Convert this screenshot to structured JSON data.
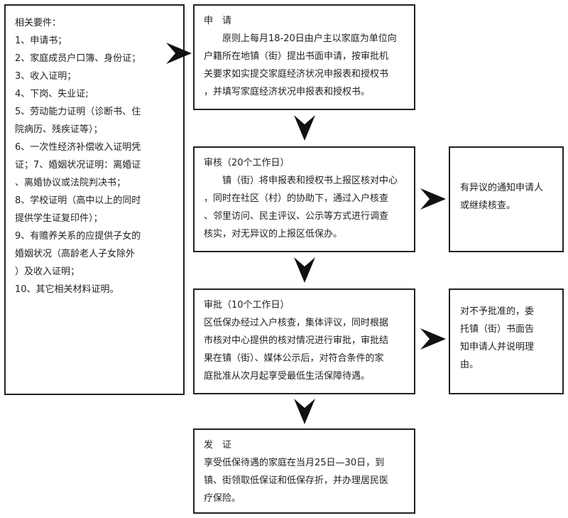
{
  "materials": {
    "title": "相关要件：",
    "items": [
      "1、申请书；",
      "2、家庭成员户口簿、身份证；",
      "3、收入证明；",
      "4、下岗、失业证;",
      "5、劳动能力证明（诊断书、住",
      "院病历、残疾证等）；",
      "6、一次性经济补偿收入证明凭",
      "证；7、婚姻状况证明：离婚证",
      "、离婚协议或法院判决书；",
      "8、学校证明（高中以上的同时",
      "提供学生证复印件）；",
      "9、有赡养关系的应提供子女的",
      "婚姻状况（高龄老人子女除外",
      "）及收入证明；",
      "10、其它相关材料证明。"
    ]
  },
  "steps": {
    "apply": {
      "title": "申　请",
      "lines": [
        "原则上每月18-20日由户主以家庭为单位向",
        "户籍所在地镇（街）提出书面申请，按审批机",
        "关要求如实提交家庭经济状况申报表和授权书",
        "，并填写家庭经济状况申报表和授权书。"
      ]
    },
    "review": {
      "title": "审核（20个工作日）",
      "lines": [
        "镇（街）将申报表和授权书上报区核对中心",
        "，同时在社区（村）的协助下，通过入户核查",
        "、邻里访问、民主评议、公示等方式进行调查",
        "核实，对无异议的上报区低保办。"
      ]
    },
    "approve": {
      "title": "审批（10个工作日）",
      "lines": [
        "区低保办经过入户核查，集体评议，同时根据",
        "市核对中心提供的核对情况进行审批，审批结",
        "果在镇（街）、媒体公示后，对符合条件的家",
        "庭批准从次月起享受最低生活保障待遇。"
      ]
    },
    "certificate": {
      "title": "发　证",
      "lines": [
        "享受低保待遇的家庭在当月25日—30日，到",
        "镇、街领取低保证和低保存折，并办理居民医",
        "疗保险。"
      ]
    }
  },
  "notes": {
    "review": [
      "有异议的通知申请人",
      "或继续核查。"
    ],
    "approve": [
      "对不予批准的，委",
      "托镇（街）书面告",
      "知申请人并说明理",
      "由。"
    ]
  }
}
